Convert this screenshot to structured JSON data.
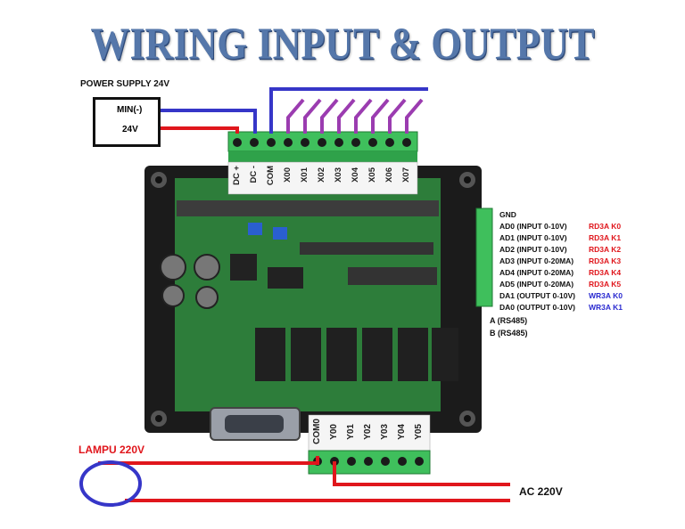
{
  "title": "WIRING INPUT & OUTPUT",
  "power_supply": {
    "label": "POWER SUPPLY 24V",
    "terminals": [
      "MIN(-)",
      "24V"
    ]
  },
  "top_terminals": [
    "DC +",
    "DC -",
    "COM",
    "X00",
    "X01",
    "X02",
    "X03",
    "X04",
    "X05",
    "X06",
    "X07"
  ],
  "analog_channels": [
    {
      "name": "GND",
      "reg": ""
    },
    {
      "name": "AD0 (INPUT 0-10V)",
      "reg": "RD3A K0"
    },
    {
      "name": "AD1 (INPUT 0-10V)",
      "reg": "RD3A K1"
    },
    {
      "name": "AD2 (INPUT 0-10V)",
      "reg": "RD3A K2"
    },
    {
      "name": "AD3 (INPUT 0-20MA)",
      "reg": "RD3A K3"
    },
    {
      "name": "AD4 (INPUT 0-20MA)",
      "reg": "RD3A K4"
    },
    {
      "name": "AD5 (INPUT 0-20MA)",
      "reg": "RD3A K5"
    },
    {
      "name": "DA1 (OUTPUT 0-10V)",
      "reg": "WR3A K0"
    },
    {
      "name": "DA0 (OUTPUT 0-10V)",
      "reg": "WR3A K1"
    }
  ],
  "rs485": [
    "A (RS485)",
    "B (RS485)"
  ],
  "bottom_terminals": [
    "COM0",
    "Y00",
    "Y01",
    "Y02",
    "Y03",
    "Y04",
    "Y05"
  ],
  "lamp_label": "LAMPU 220V",
  "ac_label": "AC 220V",
  "colors": {
    "wire_blue": "#3636c8",
    "wire_red": "#e0161c",
    "wire_purple": "#9b3cb0",
    "terminal_green": "#3fbf5c",
    "board_green": "#2e7d3a",
    "title": "#5577aa",
    "reg_red": "#e0161c",
    "reg_blue": "#2a2ad0"
  }
}
